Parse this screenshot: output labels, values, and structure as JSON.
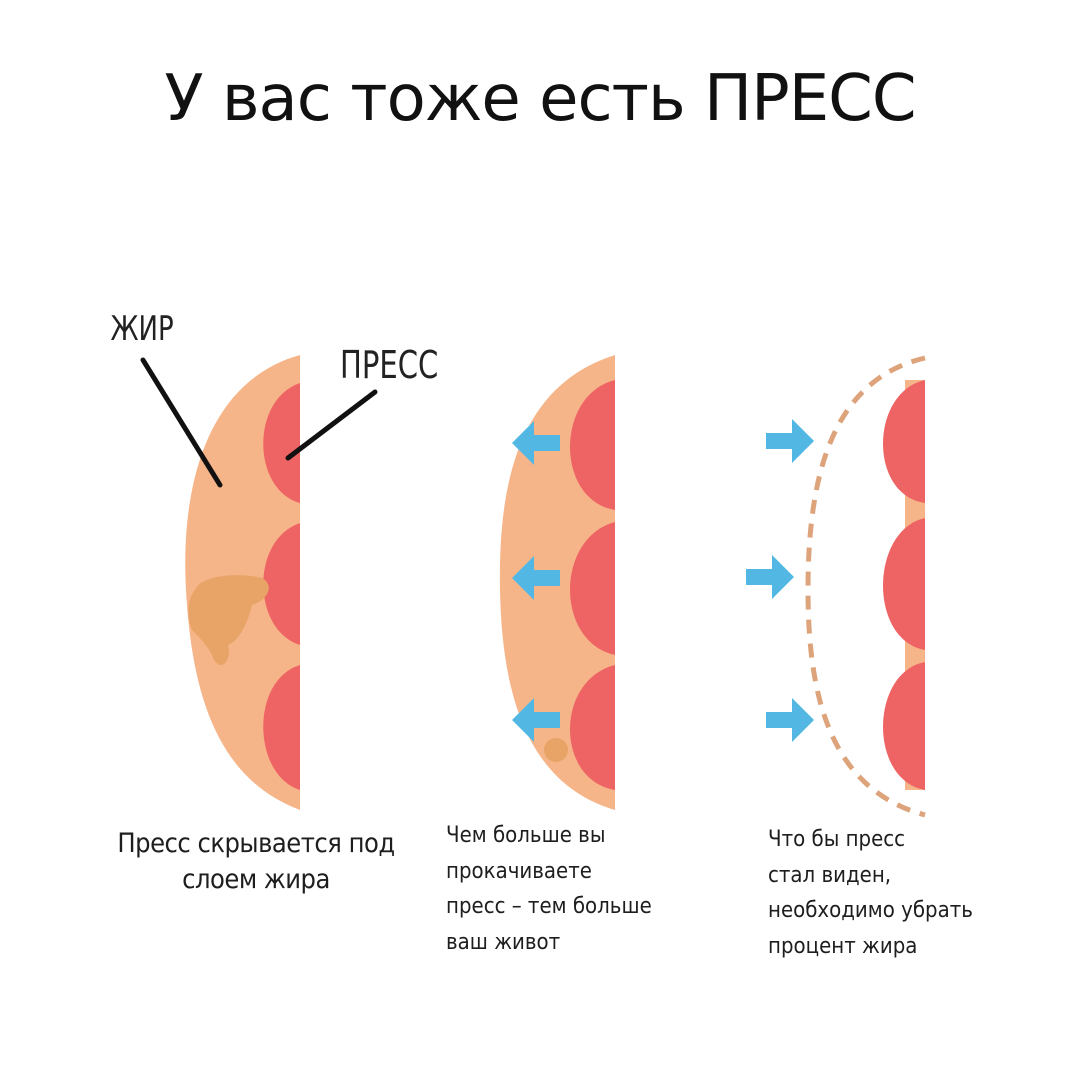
{
  "title": "У вас тоже есть ПРЕСС",
  "labels": {
    "fat": "ЖИР",
    "abs": "ПРЕСС"
  },
  "captions": {
    "panel1": [
      "Пресс скрывается под",
      "слоем жира"
    ],
    "panel2": [
      "Чем больше вы",
      "прокачиваете",
      "пресс – тем больше",
      "ваш живот"
    ],
    "panel3": [
      "Что бы пресс",
      "стал виден,",
      "необходимо убрать",
      "процент жира"
    ]
  },
  "colors": {
    "fat": "#f6b489",
    "muscle": "#ee6464",
    "arrow": "#52b7e2",
    "line": "#111111",
    "dashed": "#dda47c"
  }
}
